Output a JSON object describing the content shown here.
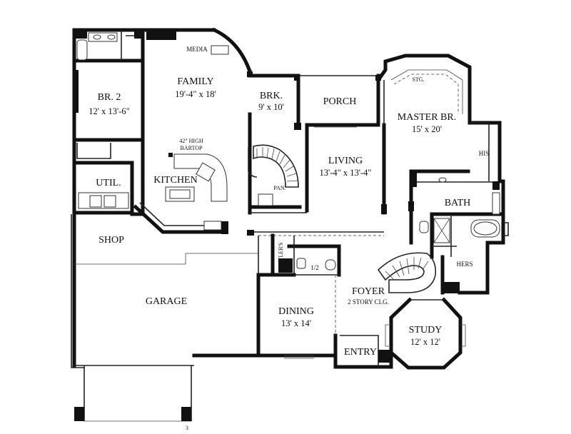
{
  "rooms": {
    "br2": {
      "name": "BR. 2",
      "dims": "12' x 13'-6\""
    },
    "family": {
      "name": "FAMILY",
      "dims": "19'-4\" x 18'"
    },
    "media": {
      "name": "MEDIA"
    },
    "brk": {
      "name": "BRK.",
      "dims": "9' x 10'"
    },
    "porch": {
      "name": "PORCH"
    },
    "living": {
      "name": "LIVING",
      "dims": "13'-4\" x 13'-4\""
    },
    "master": {
      "name": "MASTER BR.",
      "dims": "15' x 20'"
    },
    "stg": {
      "name": "STG."
    },
    "his": {
      "name": "HIS"
    },
    "bath": {
      "name": "BATH"
    },
    "hers": {
      "name": "HERS"
    },
    "util": {
      "name": "UTIL."
    },
    "kitchen": {
      "name": "KITCHEN"
    },
    "bartop_line1": {
      "name": "42\" HIGH"
    },
    "bartop_line2": {
      "name": "BARTOP"
    },
    "pan": {
      "name": "PAN."
    },
    "shop": {
      "name": "SHOP"
    },
    "butlers": {
      "name": "BUTLER'S"
    },
    "half_bath": {
      "name": "1/2"
    },
    "foyer": {
      "name": "FOYER",
      "note": "2 STORY CLG."
    },
    "garage": {
      "name": "GARAGE"
    },
    "dining": {
      "name": "DINING",
      "dims": "13' x 14'"
    },
    "study": {
      "name": "STUDY",
      "dims": "12' x 12'"
    },
    "entry": {
      "name": "ENTRY"
    }
  },
  "page_marker": "3"
}
